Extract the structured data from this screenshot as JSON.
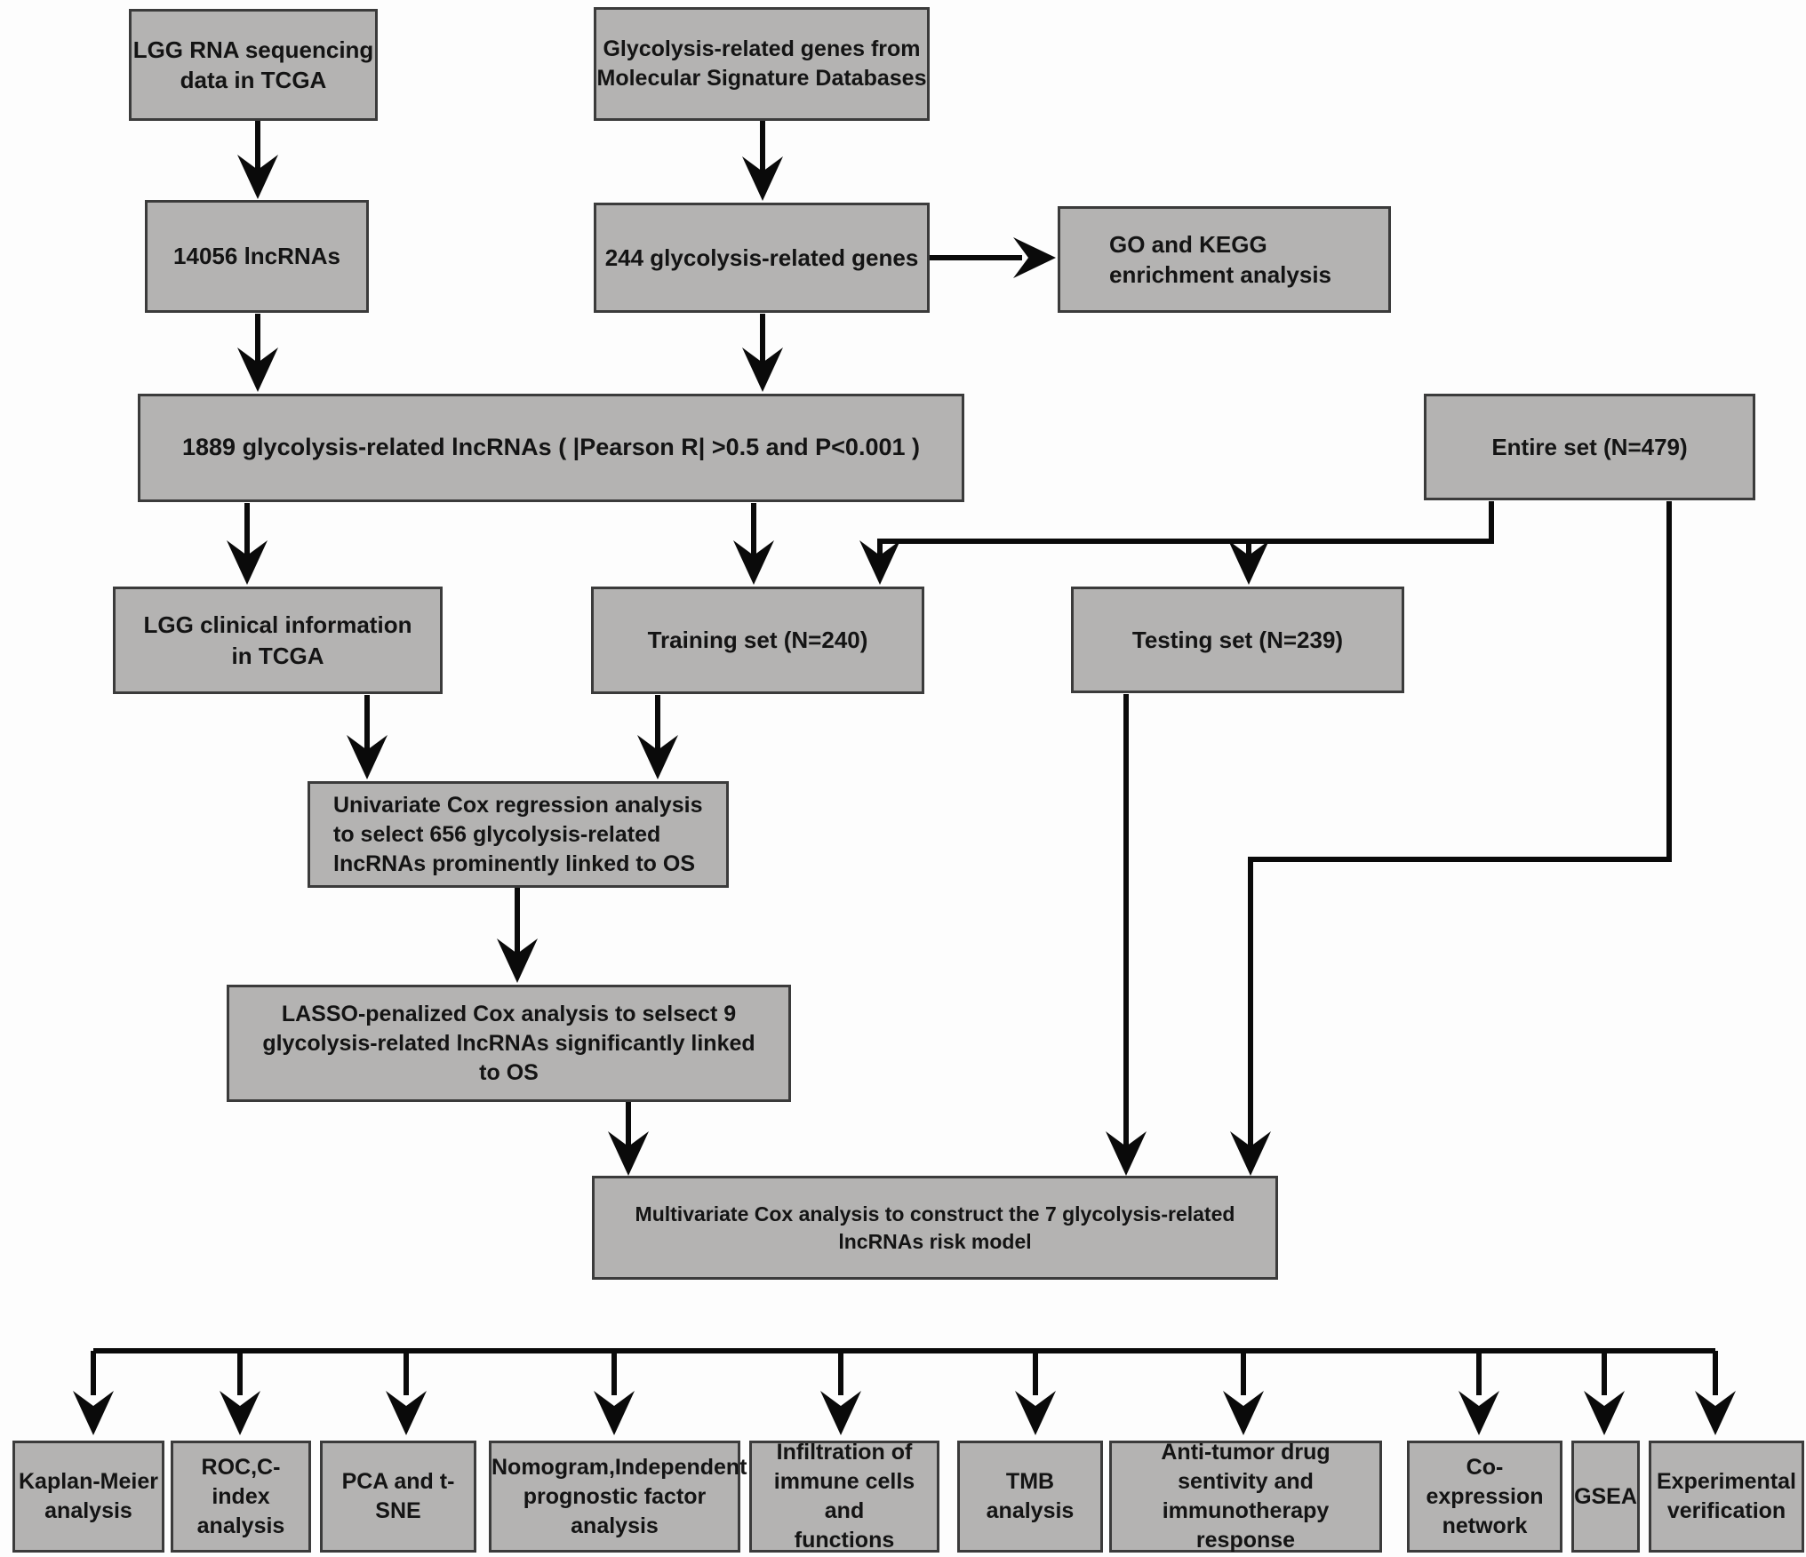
{
  "colors": {
    "box_fill": "#b4b3b2",
    "box_border": "#3b3b3b",
    "arrow": "#0a0a0a",
    "background": "#fdfdfd",
    "text": "#141414"
  },
  "nodes": {
    "lgg_rna_seq": {
      "label": "LGG RNA sequencing\ndata in TCGA"
    },
    "glycolysis_genes": {
      "label": "Glycolysis-related genes from\nMolecular Signature Databases"
    },
    "lncrnas_14056": {
      "label": "14056 lncRNAs"
    },
    "genes_244": {
      "label": "244 glycolysis-related genes"
    },
    "go_kegg": {
      "label": "GO and KEGG\nenrichment analysis"
    },
    "lncrnas_1889": {
      "label": "1889 glycolysis-related lncRNAs ( |Pearson R| >0.5 and P<0.001 )"
    },
    "entire_set": {
      "label": "Entire set (N=479)"
    },
    "lgg_clinical": {
      "label": "LGG clinical information\nin TCGA"
    },
    "training_set": {
      "label": "Training set (N=240)"
    },
    "testing_set": {
      "label": "Testing set (N=239)"
    },
    "univariate_cox": {
      "label": "Univariate Cox regression analysis\nto select 656 glycolysis-related\nlncRNAs prominently linked to OS"
    },
    "lasso_cox": {
      "label": "LASSO-penalized Cox analysis to selsect 9\nglycolysis-related lncRNAs significantly linked\nto OS"
    },
    "multivariate_cox": {
      "label": "Multivariate Cox analysis to construct the 7 glycolysis-related\nlncRNAs risk model"
    },
    "kaplan_meier": {
      "label": "Kaplan-Meier\nanalysis"
    },
    "roc_cindex": {
      "label": "ROC,C-index\nanalysis"
    },
    "pca_tsne": {
      "label": "PCA and t-SNE"
    },
    "nomogram": {
      "label": "Nomogram,Independent\nprognostic factor\nanalysis"
    },
    "infiltration": {
      "label": "Infiltration of\nimmune cells and\nfunctions"
    },
    "tmb": {
      "label": "TMB analysis"
    },
    "anti_tumor": {
      "label": "Anti-tumor drug\nsentivity and\nimmunotherapy response"
    },
    "coexpression": {
      "label": "Co-expression\nnetwork"
    },
    "gsea": {
      "label": "GSEA"
    },
    "experimental": {
      "label": "Experimental\nverification"
    }
  }
}
